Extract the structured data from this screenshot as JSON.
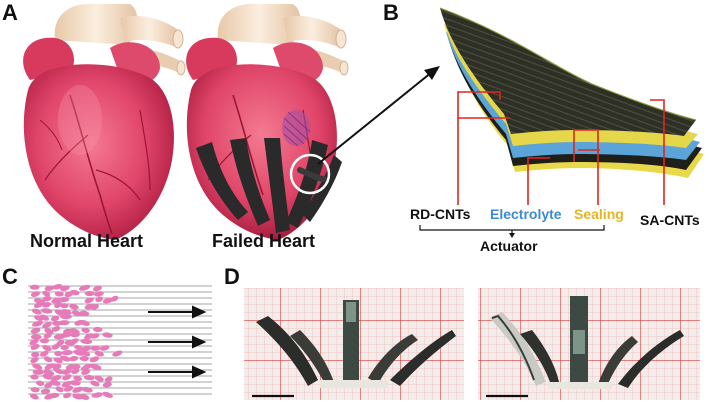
{
  "panels": {
    "a": {
      "label": "A",
      "normal_caption": "Normal Heart",
      "failed_caption": "Failed Heart"
    },
    "b": {
      "label": "B",
      "layers": {
        "rd": "RD-CNTs",
        "electrolyte": "Electrolyte",
        "sealing": "Sealing",
        "sa": "SA-CNTs"
      },
      "group": "Actuator"
    },
    "c": {
      "label": "C"
    },
    "d": {
      "label": "D"
    }
  },
  "colors": {
    "heart": "#e8506e",
    "heart_dark": "#b51f44",
    "vessel_cream": "#f3dfc9",
    "electrolyte": "#3b8bd0",
    "sealing": "#e6b422",
    "cnt_dark": "#2b2b22",
    "callout_red": "#e0261f",
    "grid_red": "#d93a3a"
  }
}
